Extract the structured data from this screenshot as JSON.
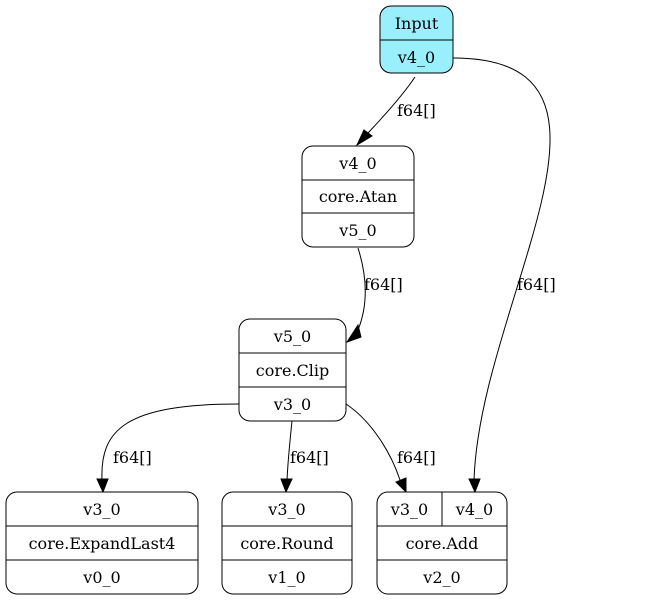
{
  "nodes": {
    "input": {
      "rows": [
        "Input",
        "v4_0"
      ],
      "fill": "#99f0fc"
    },
    "atan": {
      "rows": [
        "v4_0",
        "core.Atan",
        "v5_0"
      ],
      "fill": "#ffffff"
    },
    "clip": {
      "rows": [
        "v5_0",
        "core.Clip",
        "v3_0"
      ],
      "fill": "#ffffff"
    },
    "expand": {
      "rows": [
        "v3_0",
        "core.ExpandLast4",
        "v0_0"
      ],
      "fill": "#ffffff"
    },
    "round": {
      "rows": [
        "v3_0",
        "core.Round",
        "v1_0"
      ],
      "fill": "#ffffff"
    },
    "add": {
      "inputs": [
        "v3_0",
        "v4_0"
      ],
      "op": "core.Add",
      "output": "v2_0",
      "fill": "#ffffff"
    }
  },
  "edges": {
    "input_atan": "f64[]",
    "input_add": "f64[]",
    "atan_clip": "f64[]",
    "clip_expand": "f64[]",
    "clip_round": "f64[]",
    "clip_add": "f64[]"
  }
}
